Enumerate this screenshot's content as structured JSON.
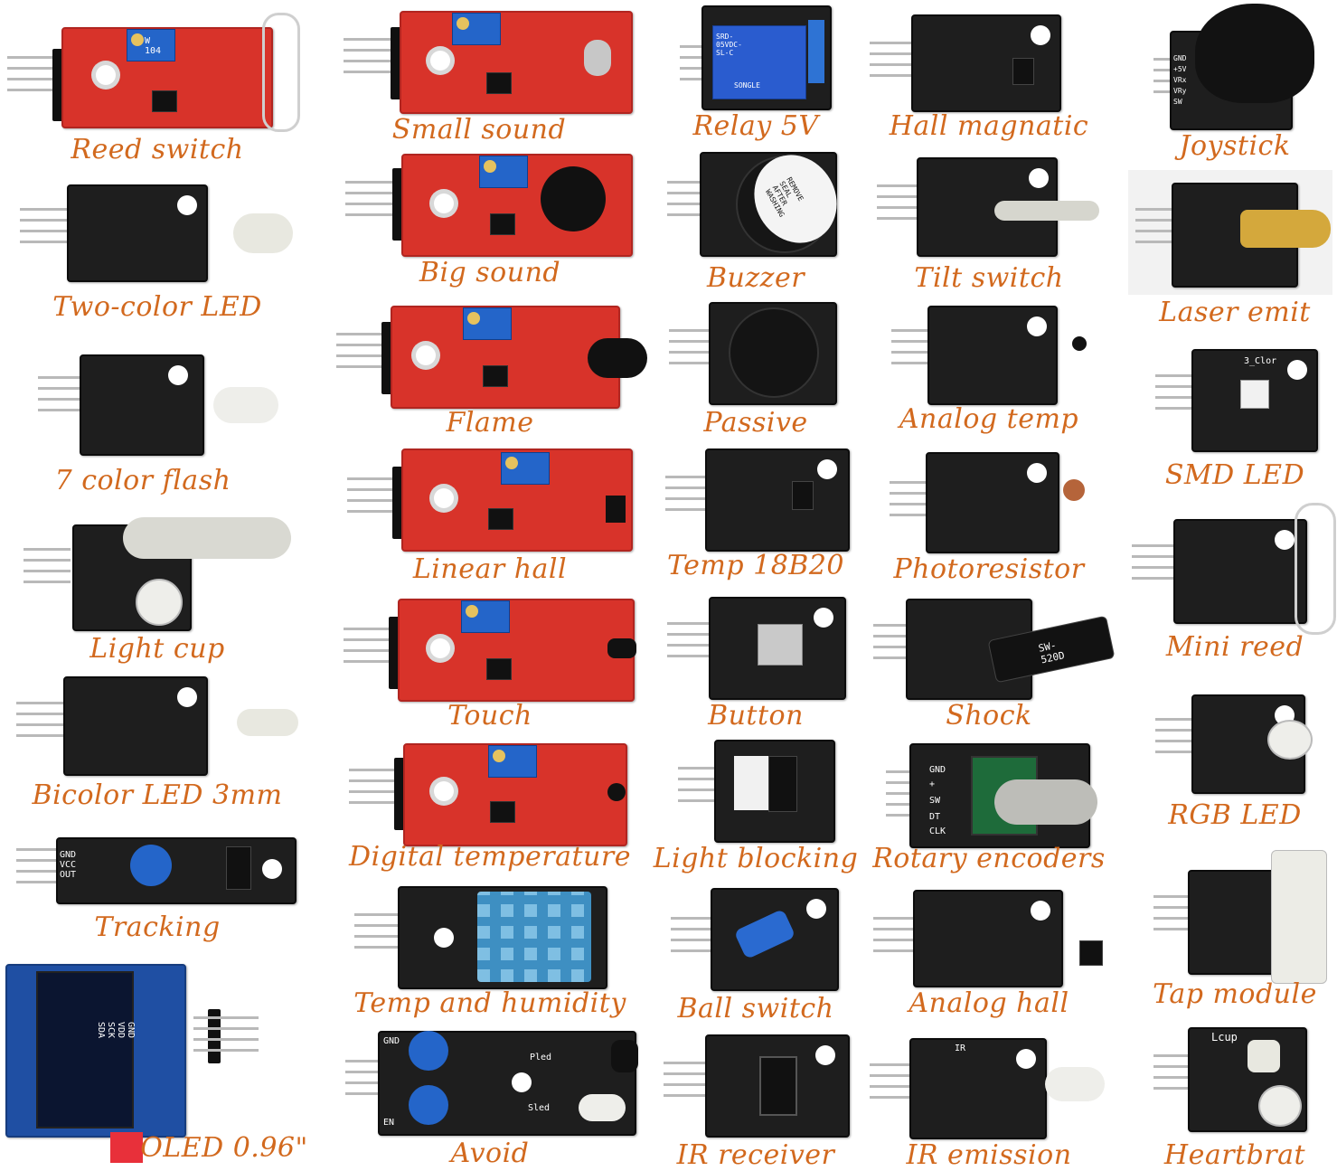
{
  "modules": [
    {
      "id": "reed-switch",
      "label": "Reed switch"
    },
    {
      "id": "two-color-led",
      "label": "Two-color LED"
    },
    {
      "id": "seven-color-flash",
      "label": "7 color flash"
    },
    {
      "id": "light-cup",
      "label": "Light cup"
    },
    {
      "id": "bicolor-led-3mm",
      "label": "Bicolor LED 3mm"
    },
    {
      "id": "tracking",
      "label": "Tracking"
    },
    {
      "id": "oled",
      "label": "OLED 0.96\""
    },
    {
      "id": "small-sound",
      "label": "Small sound"
    },
    {
      "id": "big-sound",
      "label": "Big sound"
    },
    {
      "id": "flame",
      "label": "Flame"
    },
    {
      "id": "linear-hall",
      "label": "Linear hall"
    },
    {
      "id": "touch",
      "label": "Touch"
    },
    {
      "id": "digital-temperature",
      "label": "Digital temperature"
    },
    {
      "id": "temp-and-humidity",
      "label": "Temp and humidity"
    },
    {
      "id": "avoid",
      "label": "Avoid"
    },
    {
      "id": "relay-5v",
      "label": "Relay 5V"
    },
    {
      "id": "buzzer",
      "label": "Buzzer"
    },
    {
      "id": "passive",
      "label": "Passive"
    },
    {
      "id": "temp-18b20",
      "label": "Temp 18B20"
    },
    {
      "id": "button",
      "label": "Button"
    },
    {
      "id": "light-blocking",
      "label": "Light blocking"
    },
    {
      "id": "ball-switch",
      "label": "Ball switch"
    },
    {
      "id": "ir-receiver",
      "label": "IR receiver"
    },
    {
      "id": "hall-magnatic",
      "label": "Hall magnatic"
    },
    {
      "id": "tilt-switch",
      "label": "Tilt switch"
    },
    {
      "id": "analog-temp",
      "label": "Analog temp"
    },
    {
      "id": "photoresistor",
      "label": "Photoresistor"
    },
    {
      "id": "shock",
      "label": "Shock"
    },
    {
      "id": "rotary-encoders",
      "label": "Rotary encoders"
    },
    {
      "id": "analog-hall",
      "label": "Analog hall"
    },
    {
      "id": "ir-emission",
      "label": "IR emission"
    },
    {
      "id": "joystick",
      "label": "Joystick"
    },
    {
      "id": "laser-emit",
      "label": "Laser emit"
    },
    {
      "id": "smd-led",
      "label": "SMD LED"
    },
    {
      "id": "mini-reed",
      "label": "Mini reed"
    },
    {
      "id": "rgb-led",
      "label": "RGB LED"
    },
    {
      "id": "tap-module",
      "label": "Tap module"
    },
    {
      "id": "heartbrat",
      "label": "Heartbrat"
    }
  ],
  "colors": {
    "label": "#d2691e",
    "pcb_red": "#d8332a",
    "pcb_black": "#1e1e1e",
    "pcb_blue": "#1f4fa3",
    "potentiometer": "#2465c9"
  },
  "silkscreen": {
    "pot_marking": "W 104",
    "relay_marking": "SRD-05VDC-SL-C",
    "relay_brand": "SONGLE",
    "buzzer_sticker": "REMOVE SEAL AFTER WASHING",
    "oled_pins": "GND VDD SCK SDA",
    "encoder_pins": [
      "GND",
      "+",
      "SW",
      "DT",
      "CLK"
    ],
    "tracking_pins": "GND VCC OUT",
    "avoid_pins": [
      "GND",
      "EN"
    ],
    "avoid_leds": [
      "Pled",
      "Sled"
    ],
    "joystick_pins": [
      "GND",
      "+5V",
      "VRx",
      "VRy",
      "SW"
    ],
    "smd_marking": "3_Clor",
    "heartbeat_marking": "Lcup",
    "shock_marking": "SW-520D",
    "ir_marking": "IR"
  }
}
